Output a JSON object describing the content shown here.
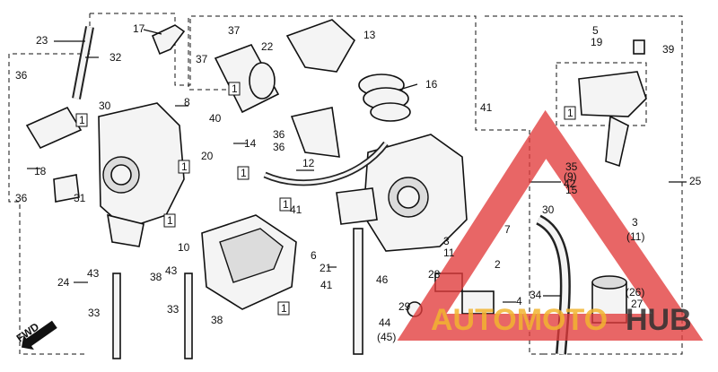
{
  "diagram": {
    "labels": [
      {
        "id": "l17",
        "text": "17"
      },
      {
        "id": "l23",
        "text": "23"
      },
      {
        "id": "l32",
        "text": "32"
      },
      {
        "id": "l36a",
        "text": "36"
      },
      {
        "id": "l30a",
        "text": "30"
      },
      {
        "id": "l1a",
        "text": "1"
      },
      {
        "id": "l18",
        "text": "18"
      },
      {
        "id": "l36b",
        "text": "36"
      },
      {
        "id": "l31",
        "text": "31"
      },
      {
        "id": "l8",
        "text": "8"
      },
      {
        "id": "l40",
        "text": "40"
      },
      {
        "id": "l14",
        "text": "14"
      },
      {
        "id": "l37a",
        "text": "37"
      },
      {
        "id": "l37b",
        "text": "37"
      },
      {
        "id": "l22",
        "text": "22"
      },
      {
        "id": "l1b",
        "text": "1"
      },
      {
        "id": "l13",
        "text": "13"
      },
      {
        "id": "l16",
        "text": "16"
      },
      {
        "id": "l36c",
        "text": "36"
      },
      {
        "id": "l36d",
        "text": "36"
      },
      {
        "id": "l12",
        "text": "12"
      },
      {
        "id": "l20",
        "text": "20"
      },
      {
        "id": "l1c",
        "text": "1"
      },
      {
        "id": "l1d",
        "text": "1"
      },
      {
        "id": "l10",
        "text": "10"
      },
      {
        "id": "l1e",
        "text": "1"
      },
      {
        "id": "l41a",
        "text": "41"
      },
      {
        "id": "l7",
        "text": "7"
      },
      {
        "id": "l5",
        "text": "5"
      },
      {
        "id": "l19",
        "text": "19"
      },
      {
        "id": "l39",
        "text": "39"
      },
      {
        "id": "l1f",
        "text": "1"
      },
      {
        "id": "l35",
        "text": "35"
      },
      {
        "id": "l9p",
        "text": "(9)"
      },
      {
        "id": "l15",
        "text": "15"
      },
      {
        "id": "l42",
        "text": "42"
      },
      {
        "id": "l25",
        "text": "25"
      },
      {
        "id": "l41b",
        "text": "41"
      },
      {
        "id": "l30b",
        "text": "30"
      },
      {
        "id": "l3a",
        "text": "3"
      },
      {
        "id": "l11a",
        "text": "11"
      },
      {
        "id": "l3b",
        "text": "3"
      },
      {
        "id": "l11p",
        "text": "(11)"
      },
      {
        "id": "l6",
        "text": "6"
      },
      {
        "id": "l1g",
        "text": "1"
      },
      {
        "id": "l21",
        "text": "21"
      },
      {
        "id": "l24",
        "text": "24"
      },
      {
        "id": "l43a",
        "text": "43"
      },
      {
        "id": "l38a",
        "text": "38"
      },
      {
        "id": "l43b",
        "text": "43"
      },
      {
        "id": "l41c",
        "text": "41"
      },
      {
        "id": "l1h",
        "text": "1"
      },
      {
        "id": "l46",
        "text": "46"
      },
      {
        "id": "l28",
        "text": "28"
      },
      {
        "id": "l2",
        "text": "2"
      },
      {
        "id": "l4",
        "text": "4"
      },
      {
        "id": "l34",
        "text": "34"
      },
      {
        "id": "l26p",
        "text": "(26)"
      },
      {
        "id": "l27",
        "text": "27"
      },
      {
        "id": "l33a",
        "text": "33"
      },
      {
        "id": "l33b",
        "text": "33"
      },
      {
        "id": "l38b",
        "text": "38"
      },
      {
        "id": "l29",
        "text": "29"
      },
      {
        "id": "l44",
        "text": "44"
      },
      {
        "id": "l45p",
        "text": "(45)"
      },
      {
        "id": "lfwd",
        "text": "FWD"
      }
    ]
  },
  "watermark": {
    "brand_part1": "AUTOMOTO",
    "brand_part2": "HUB",
    "color_triangle": "#e23b3b",
    "color_part1": "#f2b430",
    "color_part2": "#2f2f2f"
  }
}
